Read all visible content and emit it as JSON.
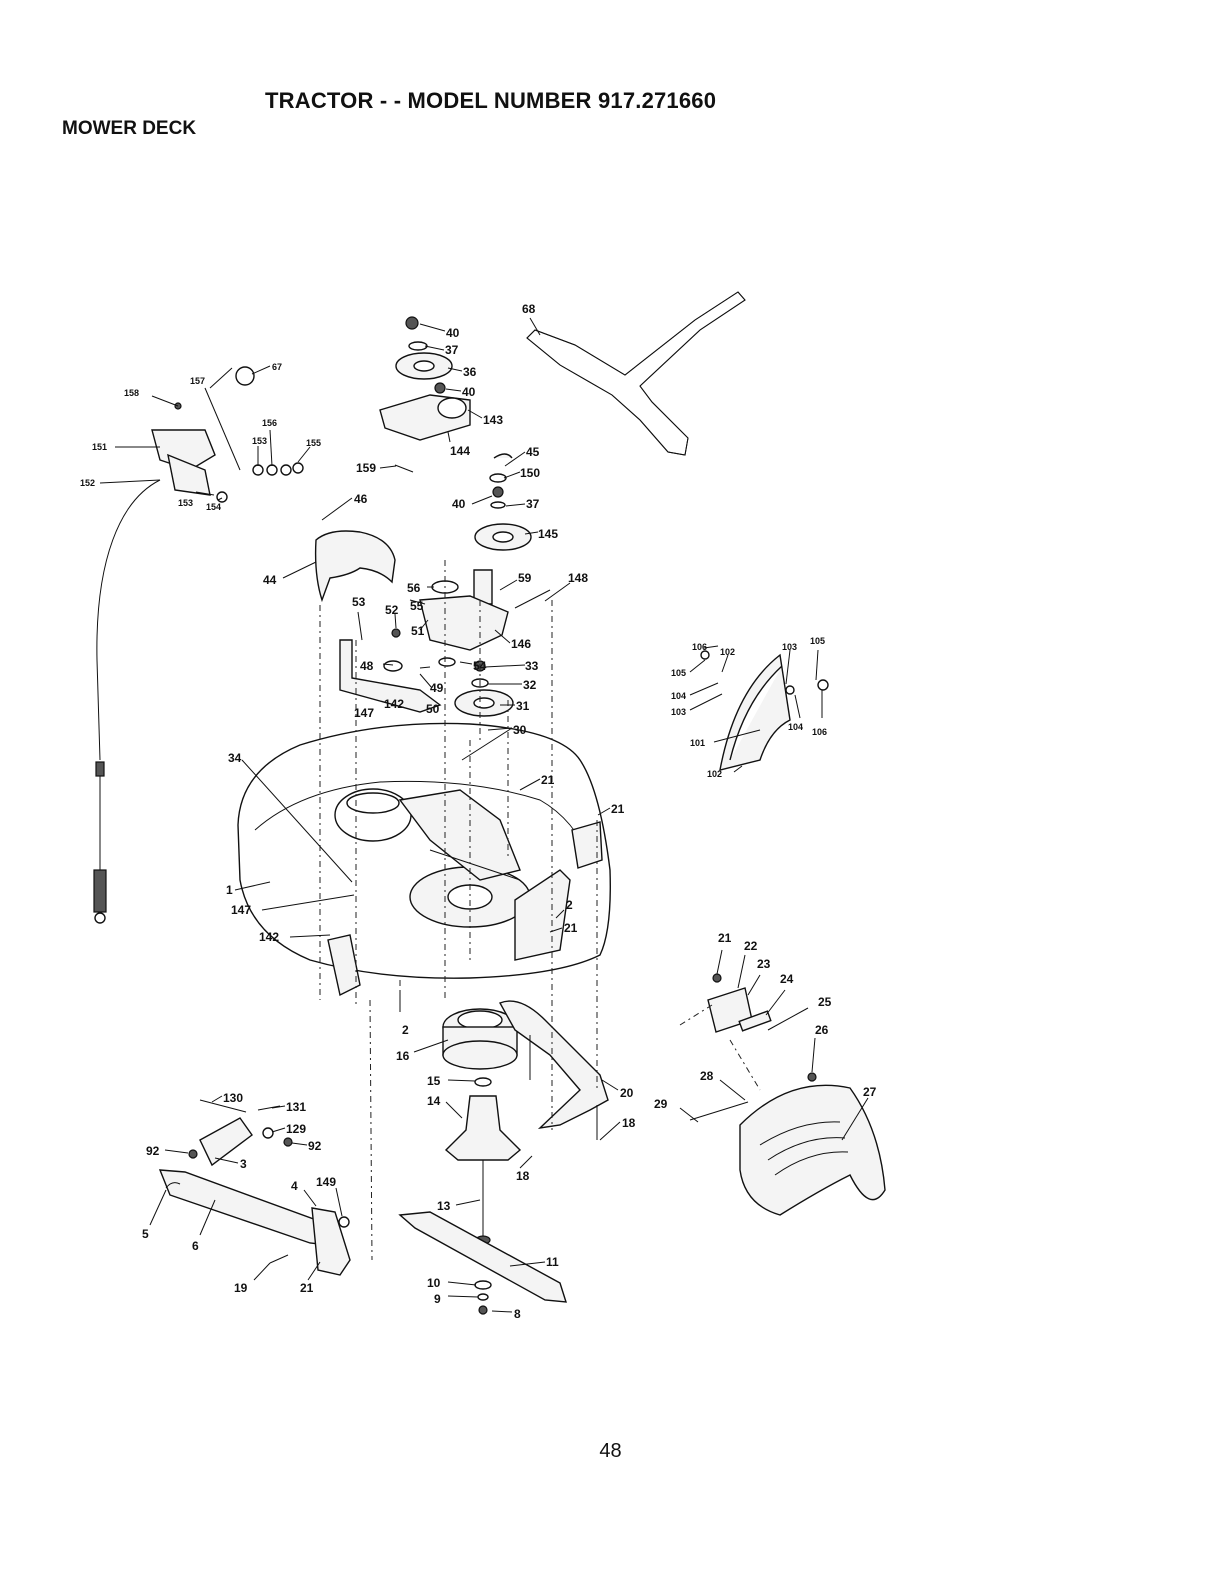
{
  "header": {
    "title": "TRACTOR - - MODEL NUMBER 917.271660",
    "section": "MOWER DECK"
  },
  "footer": {
    "page_number": "48"
  },
  "colors": {
    "ink": "#111111",
    "paper": "#ffffff"
  },
  "callouts": [
    "40",
    "37",
    "36",
    "40",
    "143",
    "144",
    "159",
    "68",
    "67",
    "157",
    "158",
    "156",
    "153",
    "155",
    "151",
    "152",
    "153",
    "154",
    "46",
    "45",
    "150",
    "40",
    "37",
    "145",
    "44",
    "56",
    "59",
    "148",
    "53",
    "52",
    "55",
    "51",
    "146",
    "54",
    "33",
    "48",
    "49",
    "32",
    "50",
    "31",
    "147",
    "142",
    "30",
    "21",
    "21",
    "34",
    "1",
    "147",
    "142",
    "2",
    "21",
    "106",
    "102",
    "103",
    "105",
    "105",
    "104",
    "103",
    "104",
    "106",
    "101",
    "102",
    "21",
    "22",
    "23",
    "24",
    "25",
    "26",
    "28",
    "27",
    "29",
    "2",
    "16",
    "15",
    "14",
    "20",
    "18",
    "18",
    "130",
    "131",
    "129",
    "92",
    "92",
    "3",
    "4",
    "149",
    "5",
    "6",
    "13",
    "11",
    "19",
    "21",
    "10",
    "9",
    "8"
  ]
}
